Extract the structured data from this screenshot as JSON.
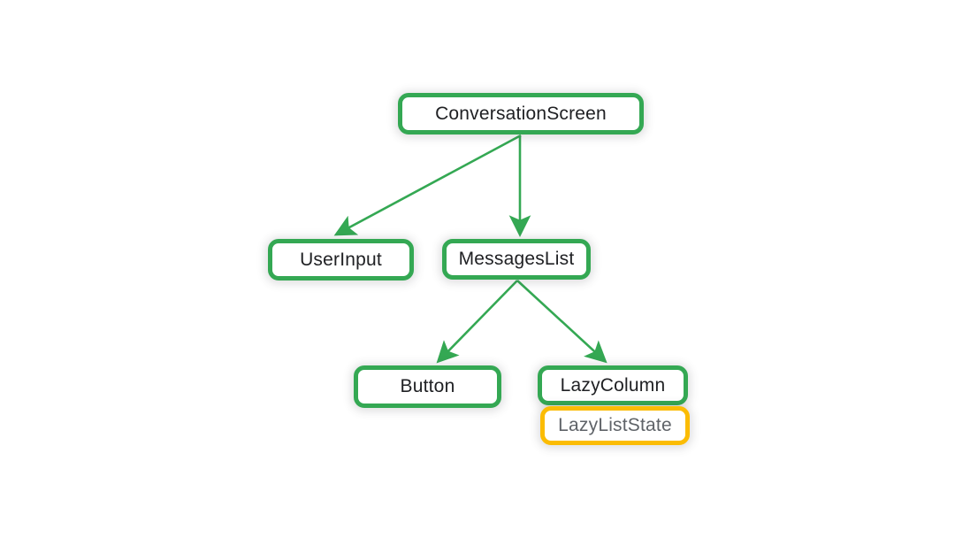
{
  "diagram": {
    "description": "Component tree diagram",
    "nodes": [
      {
        "id": "conversation-screen",
        "label": "ConversationScreen",
        "style": "green"
      },
      {
        "id": "user-input",
        "label": "UserInput",
        "style": "green"
      },
      {
        "id": "messages-list",
        "label": "MessagesList",
        "style": "green"
      },
      {
        "id": "button",
        "label": "Button",
        "style": "green"
      },
      {
        "id": "lazy-column",
        "label": "LazyColumn",
        "style": "green"
      },
      {
        "id": "lazy-list-state",
        "label": "LazyListState",
        "style": "yellow"
      }
    ],
    "edges": [
      {
        "from": "conversation-screen",
        "to": "user-input",
        "arrow": true
      },
      {
        "from": "conversation-screen",
        "to": "messages-list",
        "arrow": true
      },
      {
        "from": "messages-list",
        "to": "button",
        "arrow": true
      },
      {
        "from": "messages-list",
        "to": "lazy-column",
        "arrow": true
      },
      {
        "from": "lazy-column",
        "to": "lazy-list-state",
        "arrow": false,
        "note": "attached box, no connector"
      }
    ],
    "colors": {
      "green": "#34A853",
      "yellow": "#FBBC04",
      "label_dark": "#202124",
      "label_gray": "#5F6368",
      "background": "#FFFFFF"
    }
  }
}
